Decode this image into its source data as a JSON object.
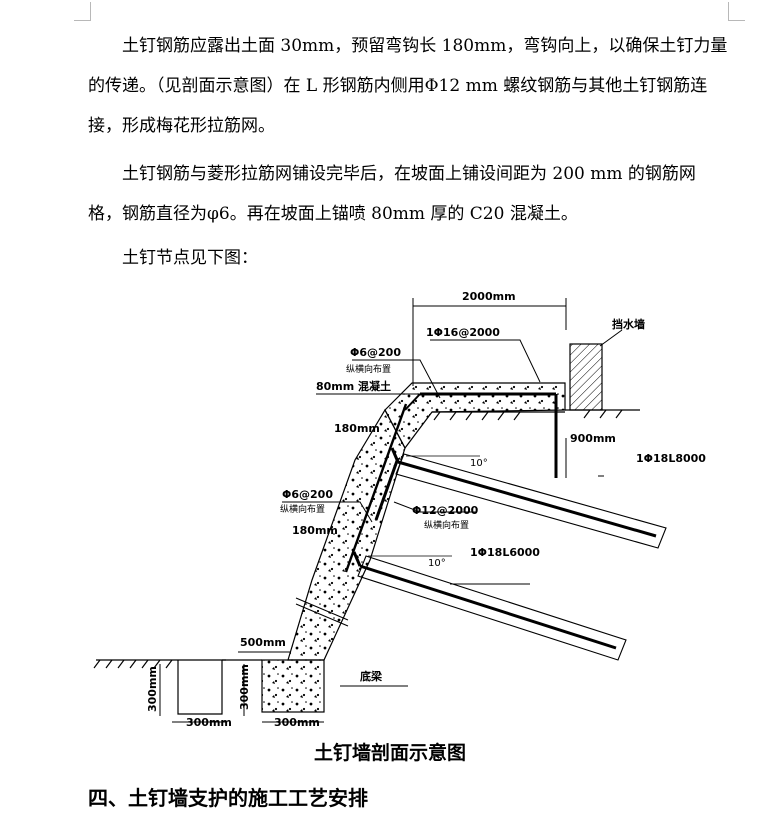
{
  "paragraphs": [
    "土钉钢筋应露出土面 30mm，预留弯钩长 180mm，弯钩向上，以确保土钉力量的传递。（见剖面示意图）在 L 形钢筋内侧用Φ12 mm 螺纹钢筋与其他土钉钢筋连接，形成梅花形拉筋网。",
    "土钉钢筋与菱形拉筋网铺设完毕后，在坡面上铺设间距为 200 mm 的钢筋网格，钢筋直径为φ6。再在坡面上锚喷 80mm 厚的 C20 混凝土。",
    "土钉节点见下图："
  ],
  "diagram": {
    "labels": {
      "dim_2000": "2000mm",
      "bar_top": "1Φ16@2000",
      "retaining_wall": "挡水墙",
      "mesh_top": "Φ6@200",
      "mesh_top_sub": "纵横向布置",
      "concrete": "80mm 混凝土",
      "hook_top": "180mm",
      "dim_900": "900mm",
      "nail_upper": "1Φ18L8000",
      "angle_upper": "10°",
      "mesh_mid": "Φ6@200",
      "mesh_mid_sub": "纵横向布置",
      "link_bar": "Φ12@2000",
      "link_bar_sub": "纵横向布置",
      "hook_mid": "180mm",
      "nail_lower": "1Φ18L6000",
      "angle_lower": "10°",
      "dim_500": "500mm",
      "base_beam": "底梁",
      "ditch_depth": "300mm",
      "beam_depth": "300mm",
      "ditch_width": "300mm",
      "beam_width": "300mm"
    }
  },
  "caption": "土钉墙剖面示意图",
  "heading": "四、土钉墙支护的施工工艺安排"
}
